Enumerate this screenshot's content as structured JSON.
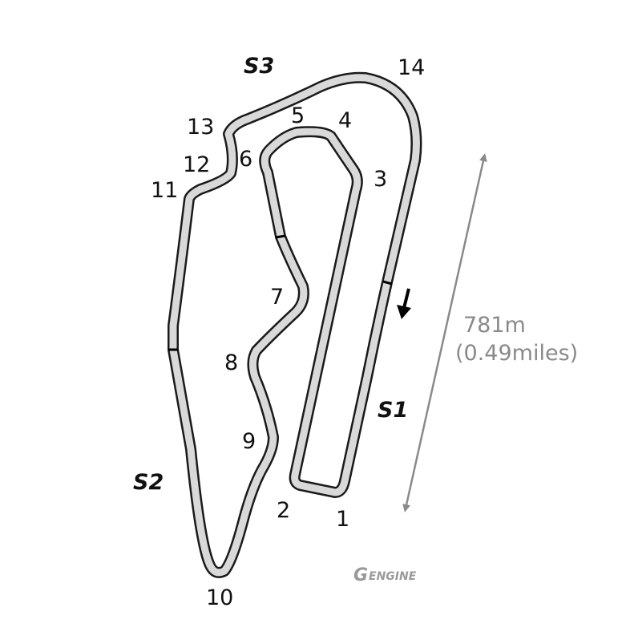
{
  "track": {
    "surface_color": "#d9d9d9",
    "outline_color": "#1a1a1a",
    "marker_color": "#000000",
    "direction_arrow": "arrow-down-icon"
  },
  "corners": [
    "1",
    "2",
    "3",
    "4",
    "5",
    "6",
    "7",
    "8",
    "9",
    "10",
    "11",
    "12",
    "13",
    "14"
  ],
  "sectors": [
    "S1",
    "S2",
    "S3"
  ],
  "length": {
    "metres": "781m",
    "miles": "(0.49miles)",
    "arrow_color": "#8a8a8a"
  },
  "logo": {
    "mark": "G",
    "text": "ENGINE",
    "color": "#9a9a9a"
  }
}
